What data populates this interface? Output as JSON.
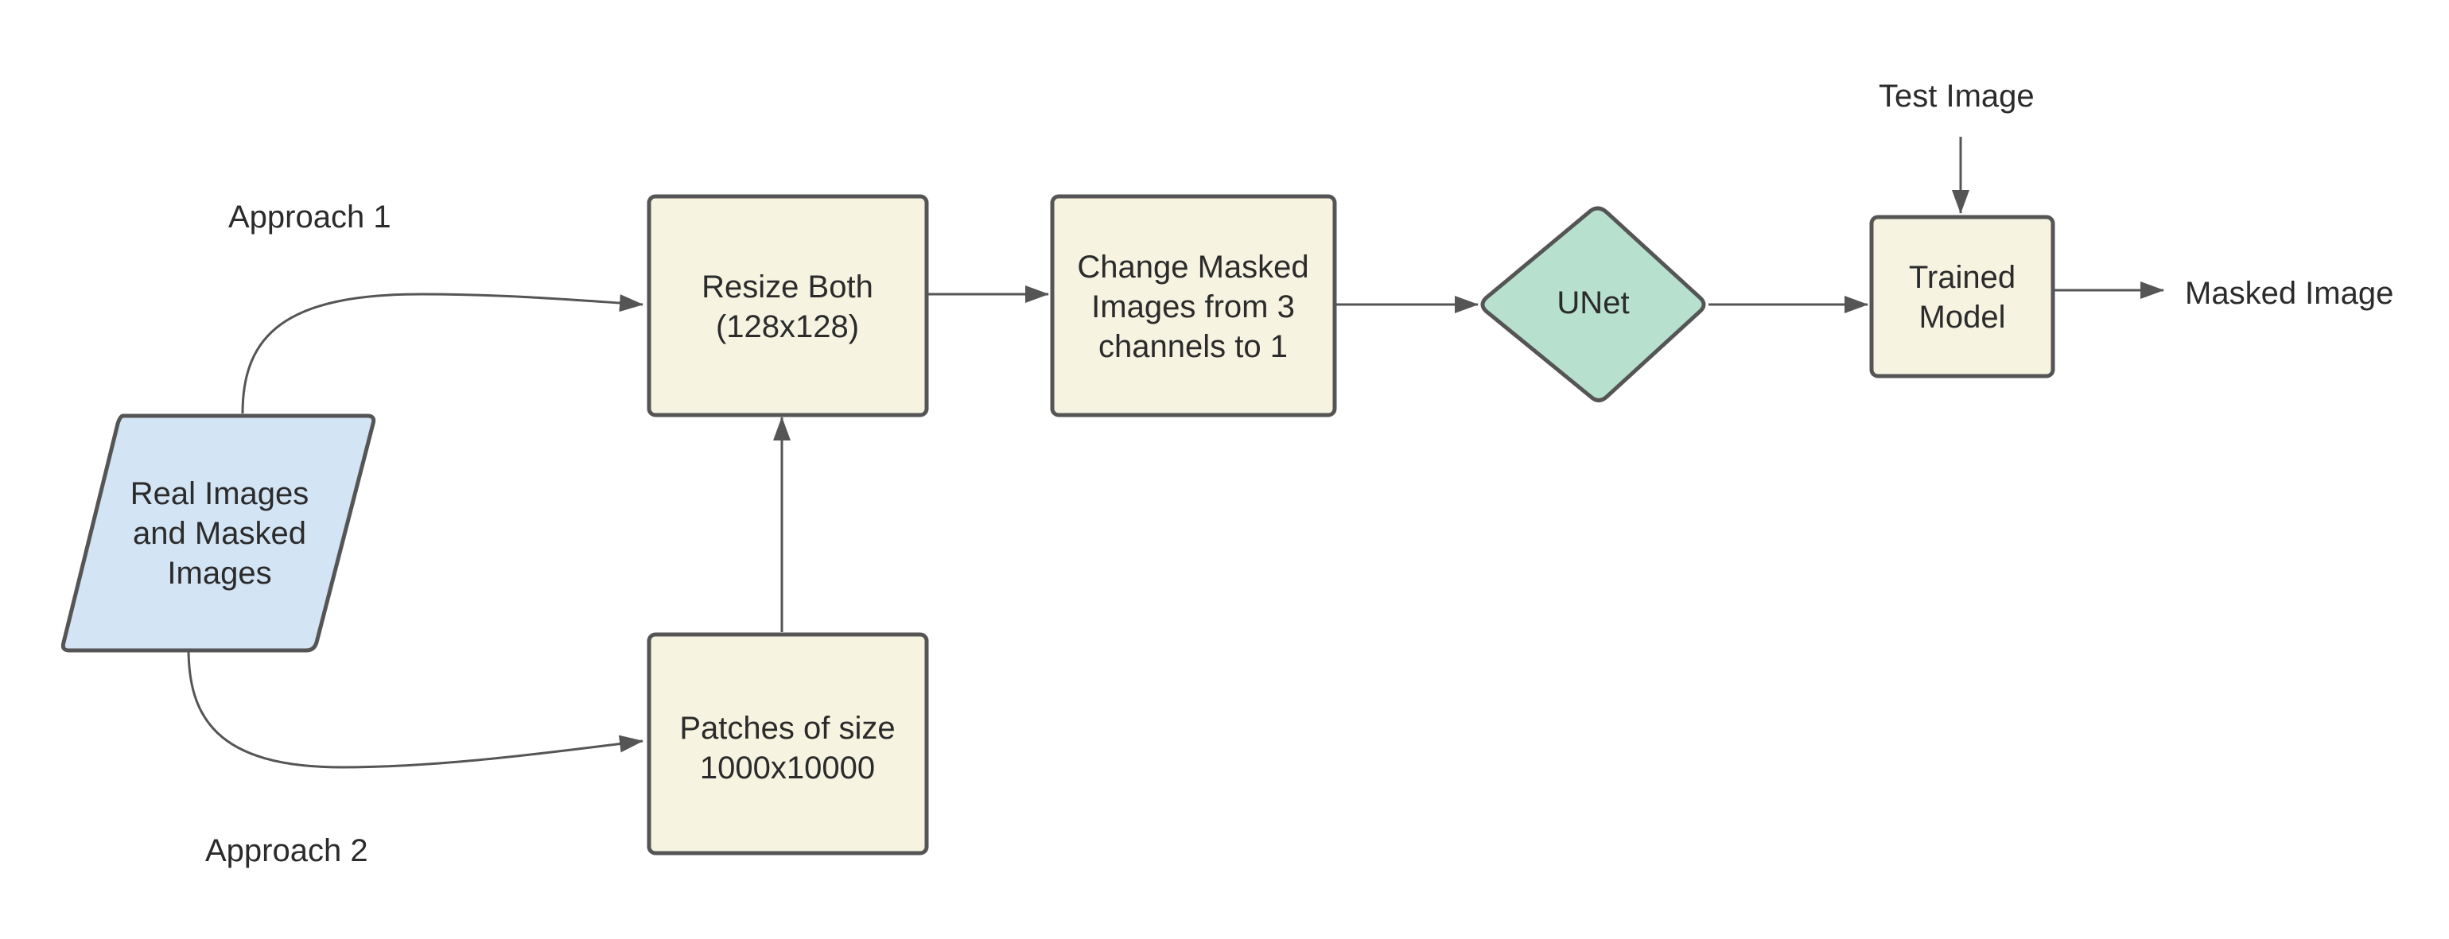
{
  "colors": {
    "process_fill": "#f6f3e1",
    "input_fill": "#d3e4f4",
    "decision_fill": "#b7e0cf",
    "stroke": "#555555",
    "text": "#2b2b2b"
  },
  "nodes": {
    "input": {
      "lines": [
        "Real Images",
        "and Masked",
        "Images"
      ]
    },
    "resize": {
      "lines": [
        "Resize Both",
        "(128x128)"
      ]
    },
    "patches": {
      "lines": [
        "Patches of size",
        "1000x10000"
      ]
    },
    "change": {
      "lines": [
        "Change Masked",
        "Images from 3",
        "channels to 1"
      ]
    },
    "unet": {
      "lines": [
        "UNet"
      ]
    },
    "trained": {
      "lines": [
        "Trained",
        "Model"
      ]
    }
  },
  "labels": {
    "approach1": "Approach 1",
    "approach2": "Approach 2",
    "test_image": "Test Image",
    "masked_image": "Masked Image"
  },
  "edges": [
    {
      "from": "input",
      "to": "resize",
      "label": "approach1"
    },
    {
      "from": "input",
      "to": "patches",
      "label": "approach2"
    },
    {
      "from": "patches",
      "to": "resize"
    },
    {
      "from": "resize",
      "to": "change"
    },
    {
      "from": "change",
      "to": "unet"
    },
    {
      "from": "unet",
      "to": "trained"
    },
    {
      "from": "test_image",
      "to": "trained"
    },
    {
      "from": "trained",
      "to": "masked_image"
    }
  ]
}
